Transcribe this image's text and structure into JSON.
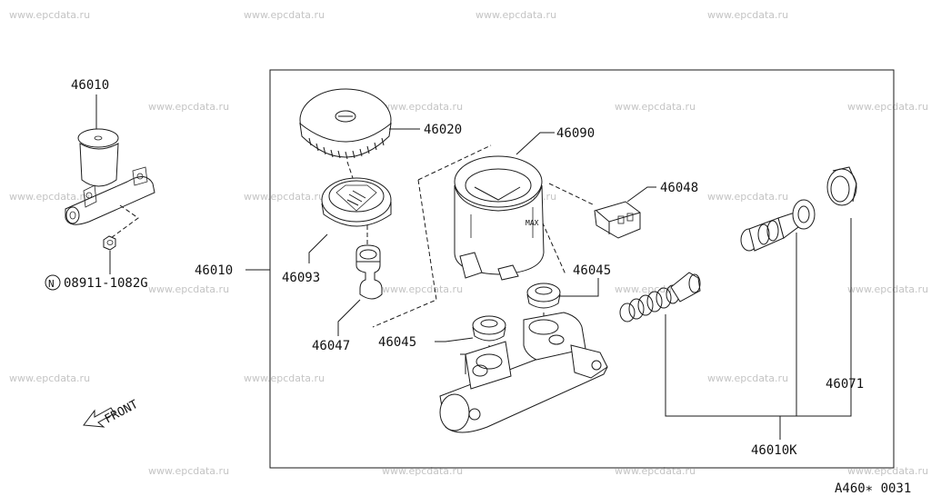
{
  "watermark": "www.epcdata.ru",
  "part_labels": {
    "master_cylinder": "46010",
    "cap": "46020",
    "reservoir": "46090",
    "strainer": "46093",
    "connector": "46048",
    "seal_right": "46045",
    "seal_left": "46045",
    "plug": "46047",
    "assembly": "46010",
    "repair_kit": "46010K",
    "cup_kit": "46071",
    "nut": "08911-1082G"
  },
  "nut_prefix_symbol": "N",
  "front_label": "FRONT",
  "diagram_code": "A460∗ 0031"
}
